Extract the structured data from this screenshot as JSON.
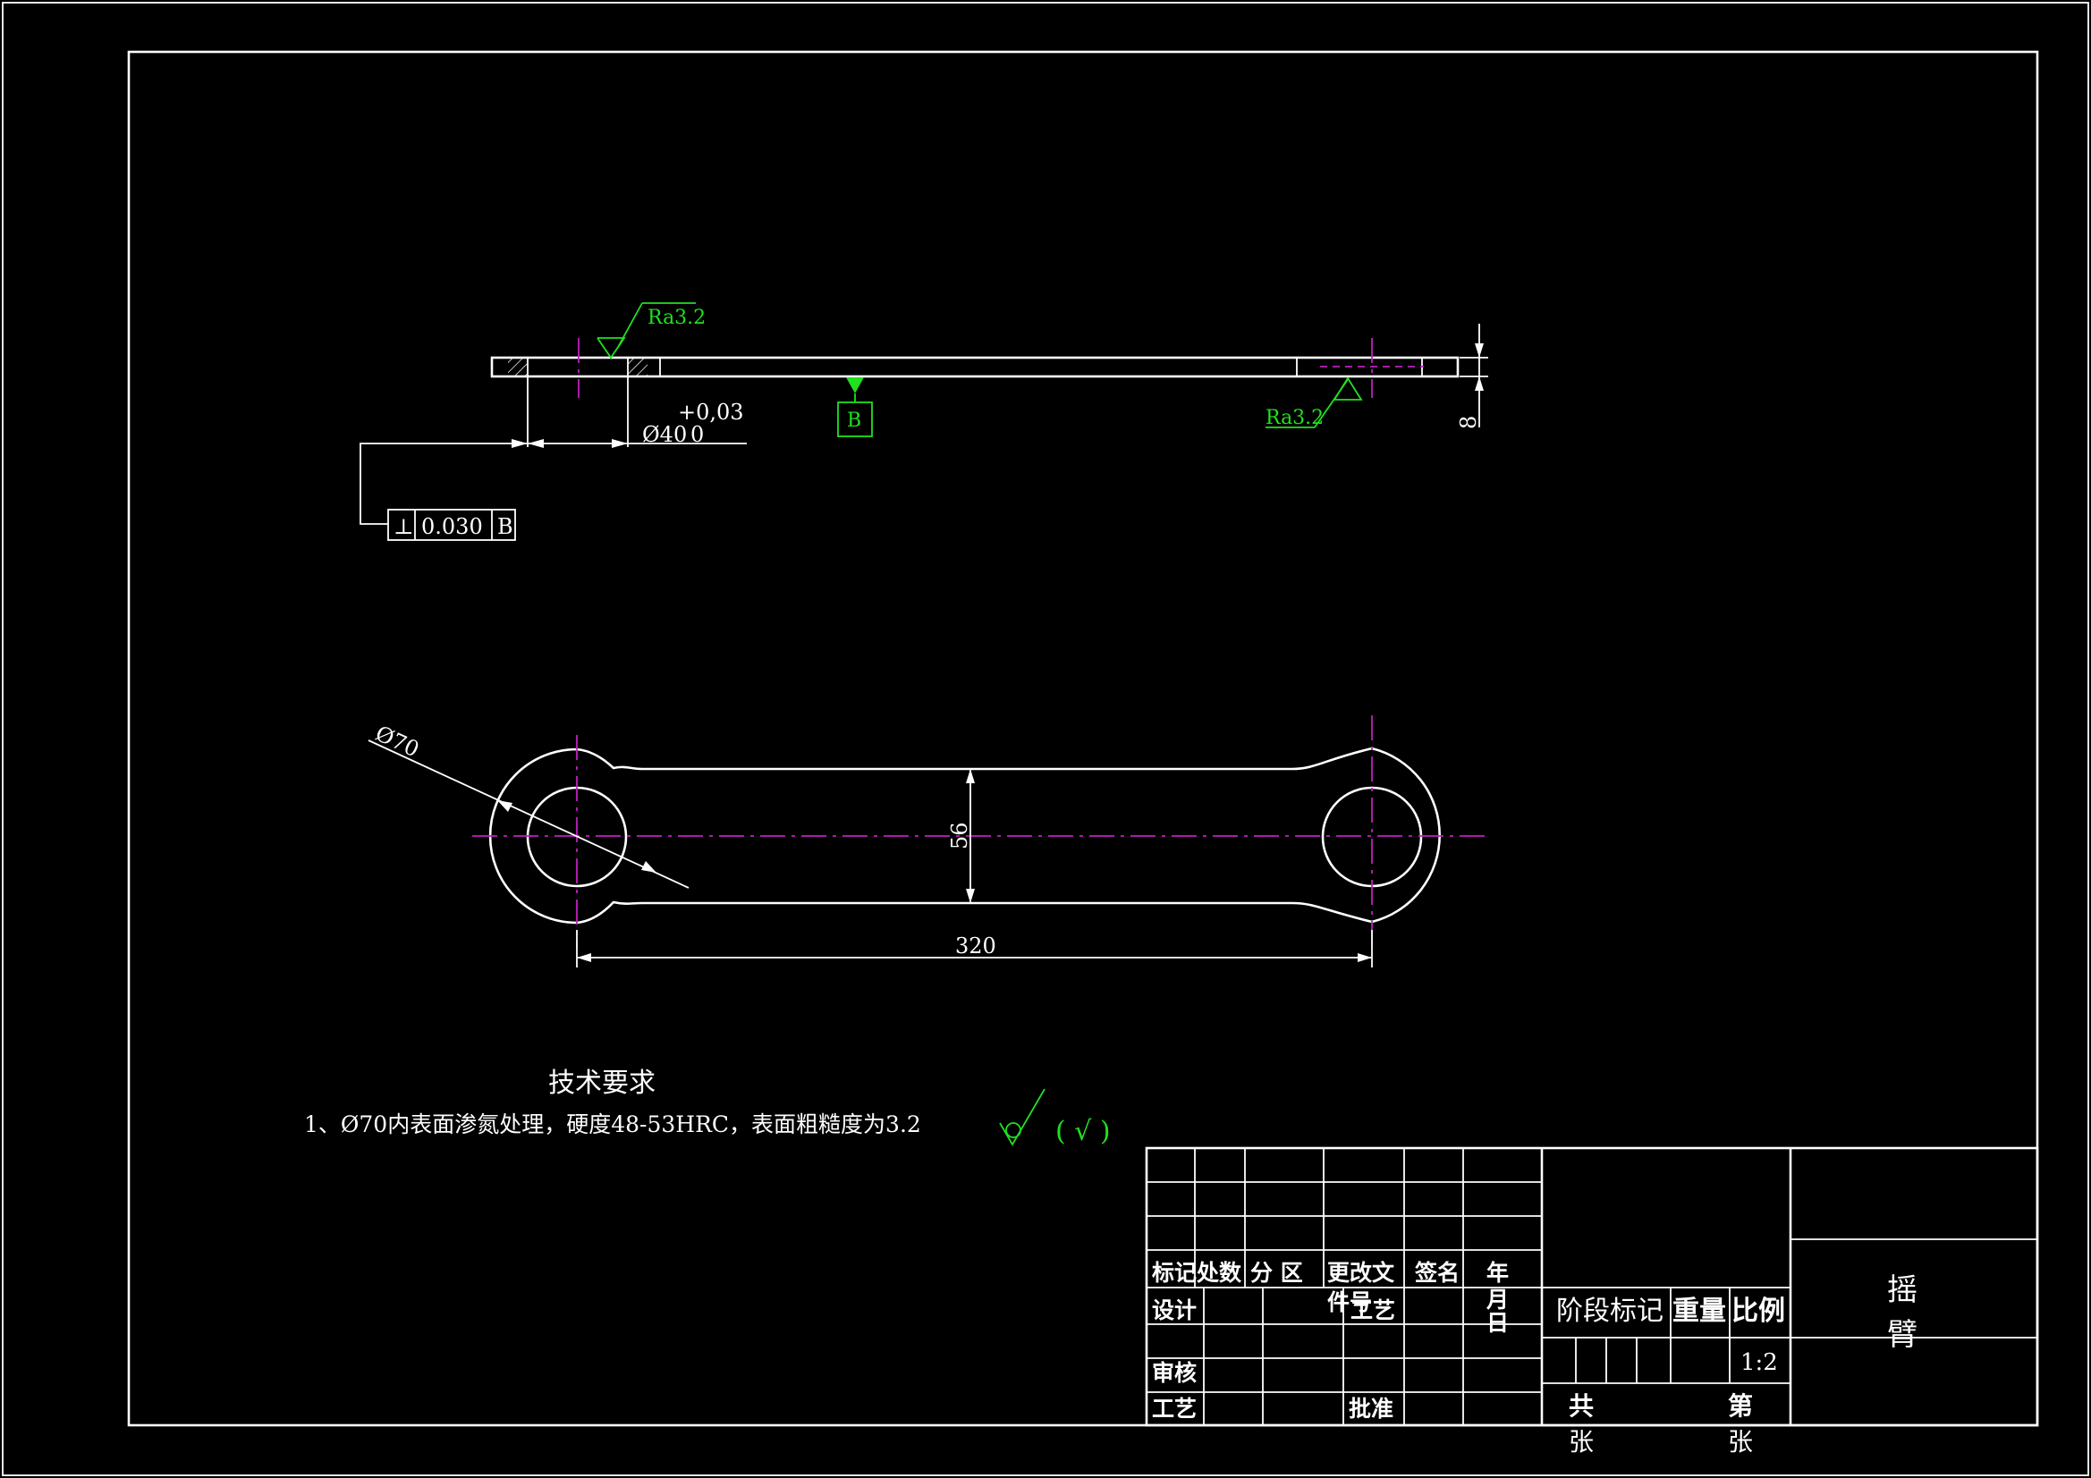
{
  "colors": {
    "background": "#000000",
    "line": "#ffffff",
    "centerline": "#c020c0",
    "annotation": "#20e020"
  },
  "top_view": {
    "roughness_left": "Ra3.2",
    "roughness_right": "Ra3.2",
    "datum_label": "B",
    "tolerance_upper": "+0,03",
    "diameter_label": "Ø40",
    "tolerance_lower": "0",
    "thickness_dim": "8",
    "geo_tolerance": {
      "symbol": "⊥",
      "value": "0.030",
      "datum": "B"
    }
  },
  "front_view": {
    "diameter_outer": "Ø70",
    "width_dim": "56",
    "length_dim": "320"
  },
  "tech_requirements": {
    "title": "技术要求",
    "item1": "1、Ø70内表面渗氮处理，硬度48-53HRC，表面粗糙度为3.2",
    "general_roughness": "( √ )"
  },
  "title_block": {
    "h_biaoji": "标记",
    "h_chushu": "处数",
    "h_fenqu": "分 区",
    "h_genggai": "更改文",
    "h_jianhao": "件号",
    "h_qianming": "签名",
    "h_nian": "年",
    "h_yue": "月",
    "h_ri": "日",
    "r_sheji": "设计",
    "r_gongyi_top": "工艺",
    "r_shenhe": "审核",
    "r_gongyi": "工艺",
    "r_pizhun": "批准",
    "h_jieduan": "阶段标记",
    "h_zhongliang": "重量",
    "h_bili": "比例",
    "scale": "1:2",
    "gong": "共",
    "zhang1": "张",
    "di": "第",
    "zhang2": "张",
    "part_name_1": "摇",
    "part_name_2": "臂"
  }
}
